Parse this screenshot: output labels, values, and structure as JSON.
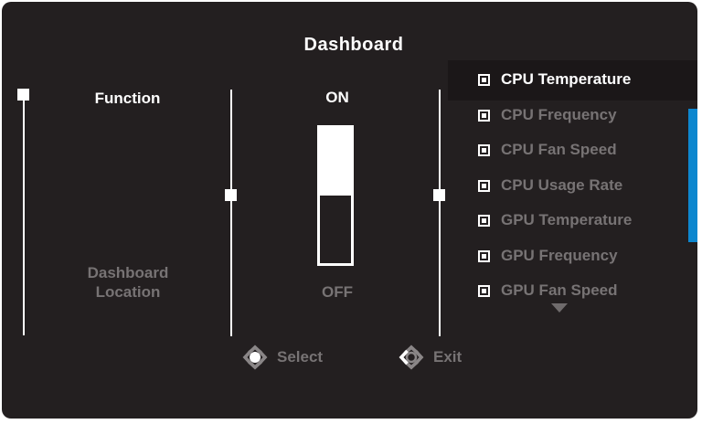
{
  "window": {
    "title": "Dashboard"
  },
  "colors": {
    "panel_bg": "#231f20",
    "selected_text": "#ffffff",
    "inactive_text": "#777374",
    "scrollbar_blue": "#0d87cf"
  },
  "left_menu": {
    "items": [
      {
        "label": "Function",
        "selected": true
      },
      {
        "label": "Dashboard Location",
        "selected": false
      }
    ]
  },
  "toggle": {
    "on": "ON",
    "off": "OFF",
    "state": "ON"
  },
  "dashboard_options": {
    "items": [
      "CPU Temperature",
      "CPU Frequency",
      "CPU Fan Speed",
      "CPU Usage Rate",
      "GPU Temperature",
      "GPU Frequency",
      "GPU Fan Speed"
    ],
    "selected_index": 0,
    "has_more_indicator": "down-triangle-icon",
    "checkbox_icon": "checked-square-icon"
  },
  "hints": {
    "select": {
      "icon": "joystick-press-icon",
      "label": "Select"
    },
    "exit": {
      "icon": "joystick-left-icon",
      "label": "Exit"
    }
  }
}
